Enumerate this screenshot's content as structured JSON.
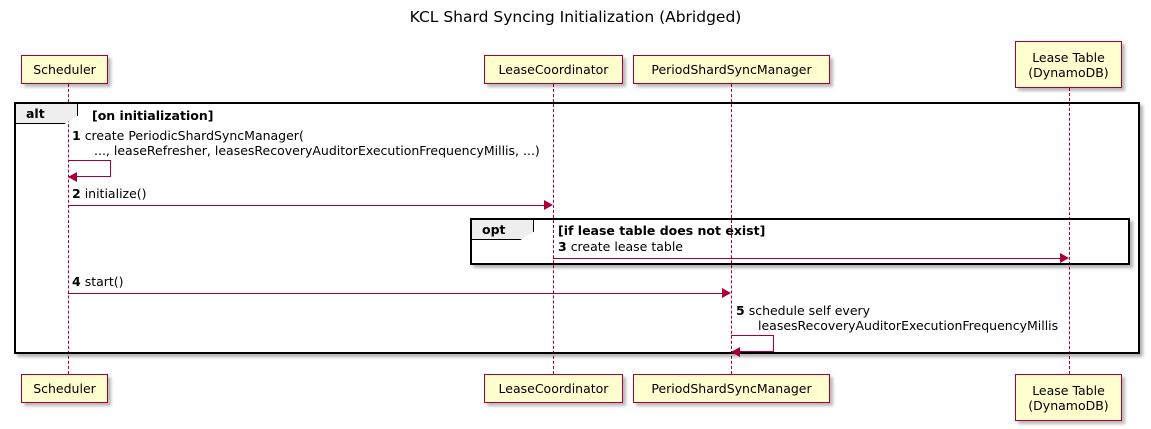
{
  "title": "KCL Shard Syncing Initialization (Abridged)",
  "theme": {
    "participant_fill": "#FEFECE",
    "participant_border": "#A80036",
    "arrow_color": "#A80036",
    "fragment_border": "#000000",
    "fragment_tab_fill": "#EEEEEE",
    "text_color": "#000000",
    "background": "#FFFFFF"
  },
  "participants": [
    {
      "id": "scheduler",
      "lines": [
        "Scheduler"
      ]
    },
    {
      "id": "lease-coordinator",
      "lines": [
        "LeaseCoordinator"
      ]
    },
    {
      "id": "period-shard-sync-manager",
      "lines": [
        "PeriodShardSyncManager"
      ]
    },
    {
      "id": "lease-table",
      "lines": [
        "Lease Table",
        "(DynamoDB)"
      ]
    }
  ],
  "fragments": [
    {
      "id": "alt",
      "keyword": "alt",
      "guard": "[on initialization]"
    },
    {
      "id": "opt",
      "keyword": "opt",
      "guard": "[if lease table does not exist]"
    }
  ],
  "messages": [
    {
      "number": "1",
      "from": "scheduler",
      "to": "scheduler",
      "self": true,
      "lines": [
        "create PeriodicShardSyncManager(",
        "..., leaseRefresher, leasesRecoveryAuditorExecutionFrequencyMillis, ...)"
      ]
    },
    {
      "number": "2",
      "from": "scheduler",
      "to": "lease-coordinator",
      "self": false,
      "lines": [
        "initialize()"
      ]
    },
    {
      "number": "3",
      "from": "lease-coordinator",
      "to": "lease-table",
      "self": false,
      "lines": [
        "create lease table"
      ]
    },
    {
      "number": "4",
      "from": "scheduler",
      "to": "period-shard-sync-manager",
      "self": false,
      "lines": [
        "start()"
      ]
    },
    {
      "number": "5",
      "from": "period-shard-sync-manager",
      "to": "period-shard-sync-manager",
      "self": true,
      "lines": [
        "schedule self every",
        "leasesRecoveryAuditorExecutionFrequencyMillis"
      ]
    }
  ]
}
